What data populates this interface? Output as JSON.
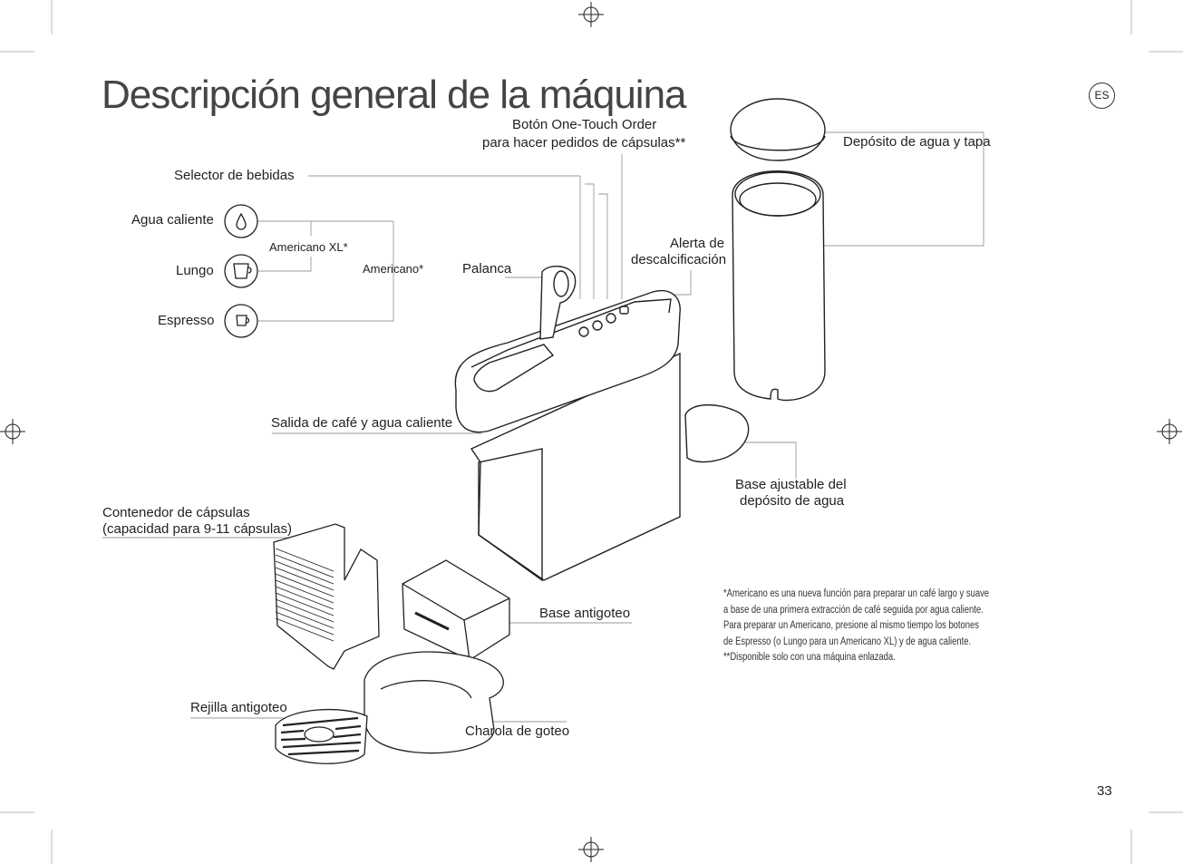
{
  "page": {
    "title": "Descripción general de la máquina",
    "lang_badge": "ES",
    "page_number": "33"
  },
  "labels": {
    "one_touch_line1": "Botón One-Touch Order",
    "one_touch_line2": "para hacer pedidos de cápsulas**",
    "water_tank": "Depósito de agua y tapa",
    "selector": "Selector de bebidas",
    "hot_water": "Agua caliente",
    "americano_xl": "Americano XL*",
    "lungo": "Lungo",
    "americano": "Americano*",
    "palanca": "Palanca",
    "descaling_line1": "Alerta de",
    "descaling_line2": "descalcificación",
    "espresso": "Espresso",
    "outlet": "Salida de café y agua caliente",
    "tank_base_line1": "Base ajustable del",
    "tank_base_line2": "depósito de agua",
    "capsule_line1": "Contenedor de cápsulas",
    "capsule_line2": "(capacidad para 9-11 cápsulas)",
    "drip_base": "Base antigoteo",
    "drip_grid": "Rejilla antigoteo",
    "drip_tray": "Charola de goteo"
  },
  "notes": [
    "*Americano es una nueva función para preparar un café largo y suave",
    "a base de una primera extracción de café seguida por agua caliente.",
    "Para preparar un Americano, presione al mismo tiempo los botones",
    "de Espresso (o Lungo para un Americano XL) y de agua caliente.",
    "**Disponible solo con una máquina enlazada."
  ]
}
